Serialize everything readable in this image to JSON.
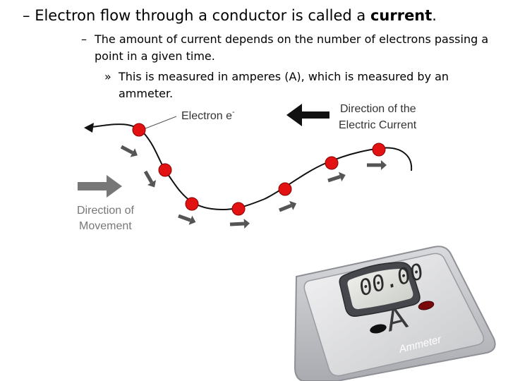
{
  "bullets": {
    "level1": {
      "marker": "–",
      "text_before": "Electron flow through a conductor is called a ",
      "emphasis": "current",
      "text_after": "."
    },
    "level2": {
      "marker": "–",
      "text": "The amount of current depends on the number of electrons passing a point in a given time."
    },
    "level3": {
      "marker": "»",
      "text": "This is measured in amperes (A), which is measured by an ammeter."
    }
  },
  "diagram": {
    "electron_label": "Electron e",
    "electron_superscript": "-",
    "current_label_line1": "Direction of the",
    "current_label_line2": "Electric Current",
    "movement_label_line1": "Direction of",
    "movement_label_line2": "Movement",
    "electron_color": "#e31212",
    "arrow_color": "#555555"
  },
  "ammeter": {
    "display_value": "00.00",
    "unit_symbol": "A",
    "device_label": "Ammeter"
  }
}
